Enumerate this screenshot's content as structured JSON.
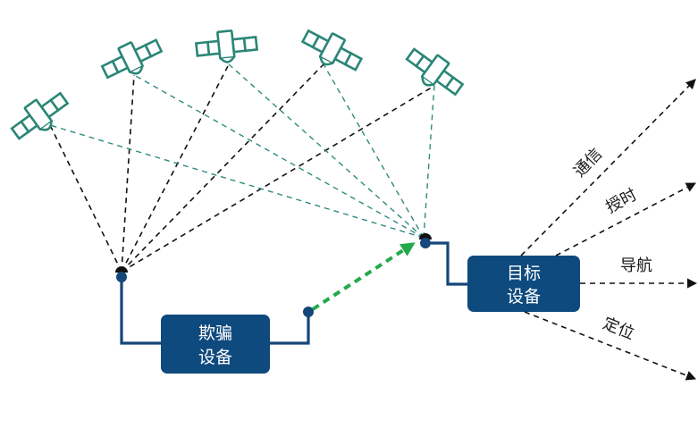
{
  "diagram": {
    "colors": {
      "device_fill": "#0f4a7e",
      "wire": "#14477a",
      "satellite": "#2a8676",
      "green_dash": "#22aa4a",
      "teal_dash": "#2f8a80",
      "black_dash": "#111111",
      "label_text": "#1a1a1a"
    },
    "spoofer_box": {
      "line1": "欺骗",
      "line2": "设备"
    },
    "target_box": {
      "line1": "目标",
      "line2": "设备"
    },
    "outputs": [
      {
        "label": "通信"
      },
      {
        "label": "授时"
      },
      {
        "label": "导航"
      },
      {
        "label": "定位"
      }
    ],
    "satellite_count": 5
  }
}
